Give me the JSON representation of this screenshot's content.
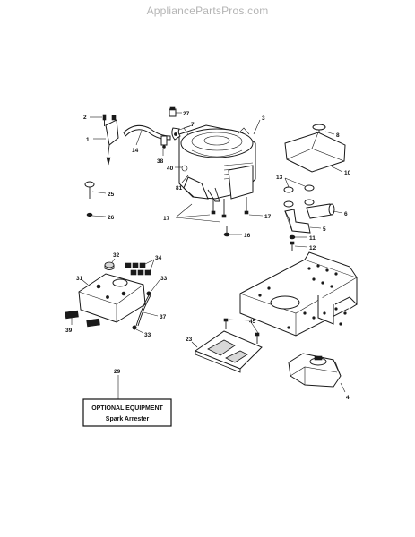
{
  "watermark": "AppliancePartsPros.com",
  "callouts": {
    "c1": "1",
    "c2": "2",
    "c3": "3",
    "c4": "4",
    "c5": "5",
    "c6": "6",
    "c7": "7",
    "c8": "8",
    "c10": "10",
    "c11": "11",
    "c12": "12",
    "c13": "13",
    "c14": "14",
    "c16": "16",
    "c17a": "17",
    "c17b": "17",
    "c23": "23",
    "c25": "25",
    "c26": "26",
    "c27": "27",
    "c29": "29",
    "c31": "31",
    "c32": "32",
    "c33a": "33",
    "c33b": "33",
    "c34": "34",
    "c37": "37",
    "c38": "38",
    "c39": "39",
    "c40": "40",
    "c45": "45",
    "c81": "81"
  },
  "optional_box": {
    "title": "OPTIONAL EQUIPMENT",
    "subtitle": "Spark Arrester"
  }
}
